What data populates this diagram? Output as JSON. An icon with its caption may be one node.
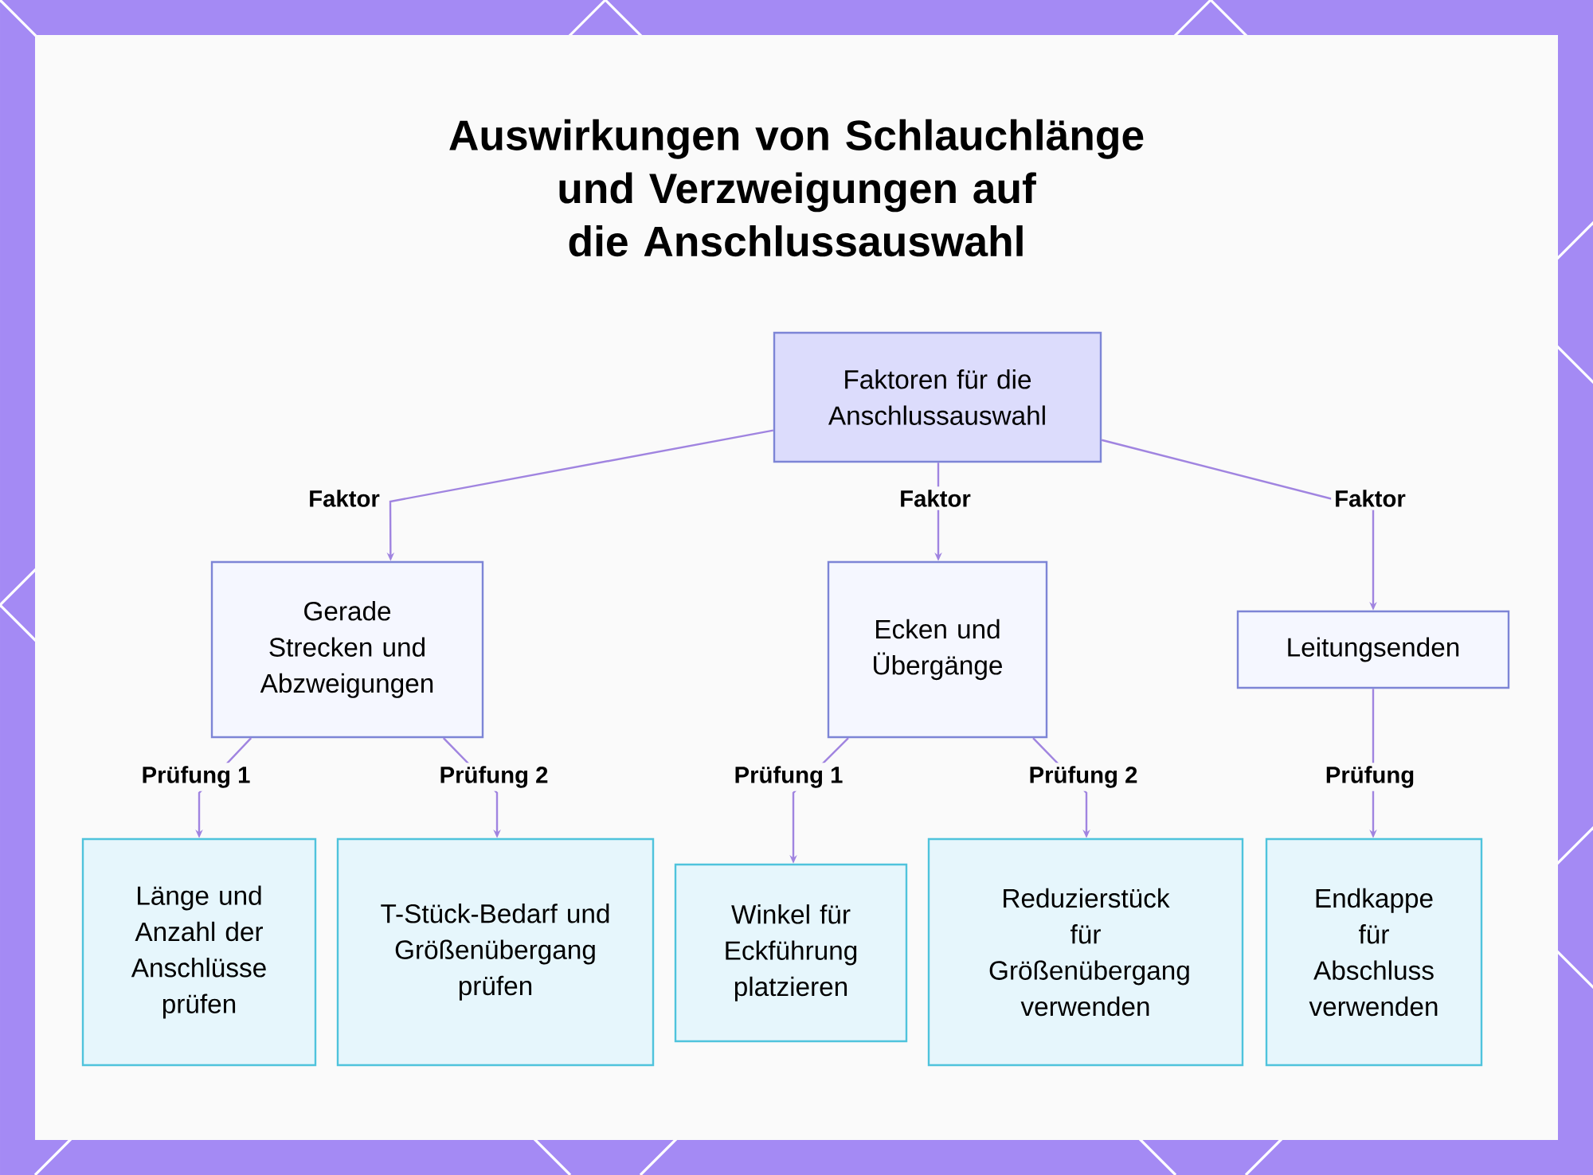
{
  "diagram": {
    "title": "Auswirkungen von Schlauchlänge und Verzweigungen auf die Anschlussauswahl",
    "nodes": [
      {
        "text": [
          "Faktoren für die Anschlussauswahl"
        ]
      },
      {
        "text": [
          "Gerade Strecken und Abzweigungen"
        ]
      },
      {
        "text": [
          "Ecken und Übergänge"
        ]
      },
      {
        "text": [
          "Leitungsenden"
        ]
      },
      {
        "text": [
          "Länge und Anzahl der Anschlüsse prüfen"
        ]
      },
      {
        "text": [
          "T-Stück-Bedarf und Größenübergang prüfen"
        ]
      },
      {
        "text": [
          "Winkel für Eckführung platzieren"
        ]
      },
      {
        "text": [
          "Reduzierstück für Größenübergang verwenden"
        ]
      },
      {
        "text": [
          "Endkappe für Abschluss verwenden"
        ]
      }
    ],
    "edges": [
      {
        "from": 0,
        "to": 1,
        "arrow": "to",
        "label": "Faktor"
      },
      {
        "from": 0,
        "to": 2,
        "arrow": "to",
        "label": "Faktor"
      },
      {
        "from": 0,
        "to": 3,
        "arrow": "to",
        "label": "Faktor"
      },
      {
        "from": 1,
        "to": 4,
        "arrow": "to",
        "label": "Prüfung 1"
      },
      {
        "from": 1,
        "to": 5,
        "arrow": "to",
        "label": "Prüfung 2"
      },
      {
        "from": 2,
        "to": 6,
        "arrow": "to",
        "label": "Prüfung 1"
      },
      {
        "from": 2,
        "to": 7,
        "arrow": "to",
        "label": "Prüfung 2"
      },
      {
        "from": 3,
        "to": 8,
        "arrow": "to",
        "label": "Prüfung"
      }
    ]
  }
}
